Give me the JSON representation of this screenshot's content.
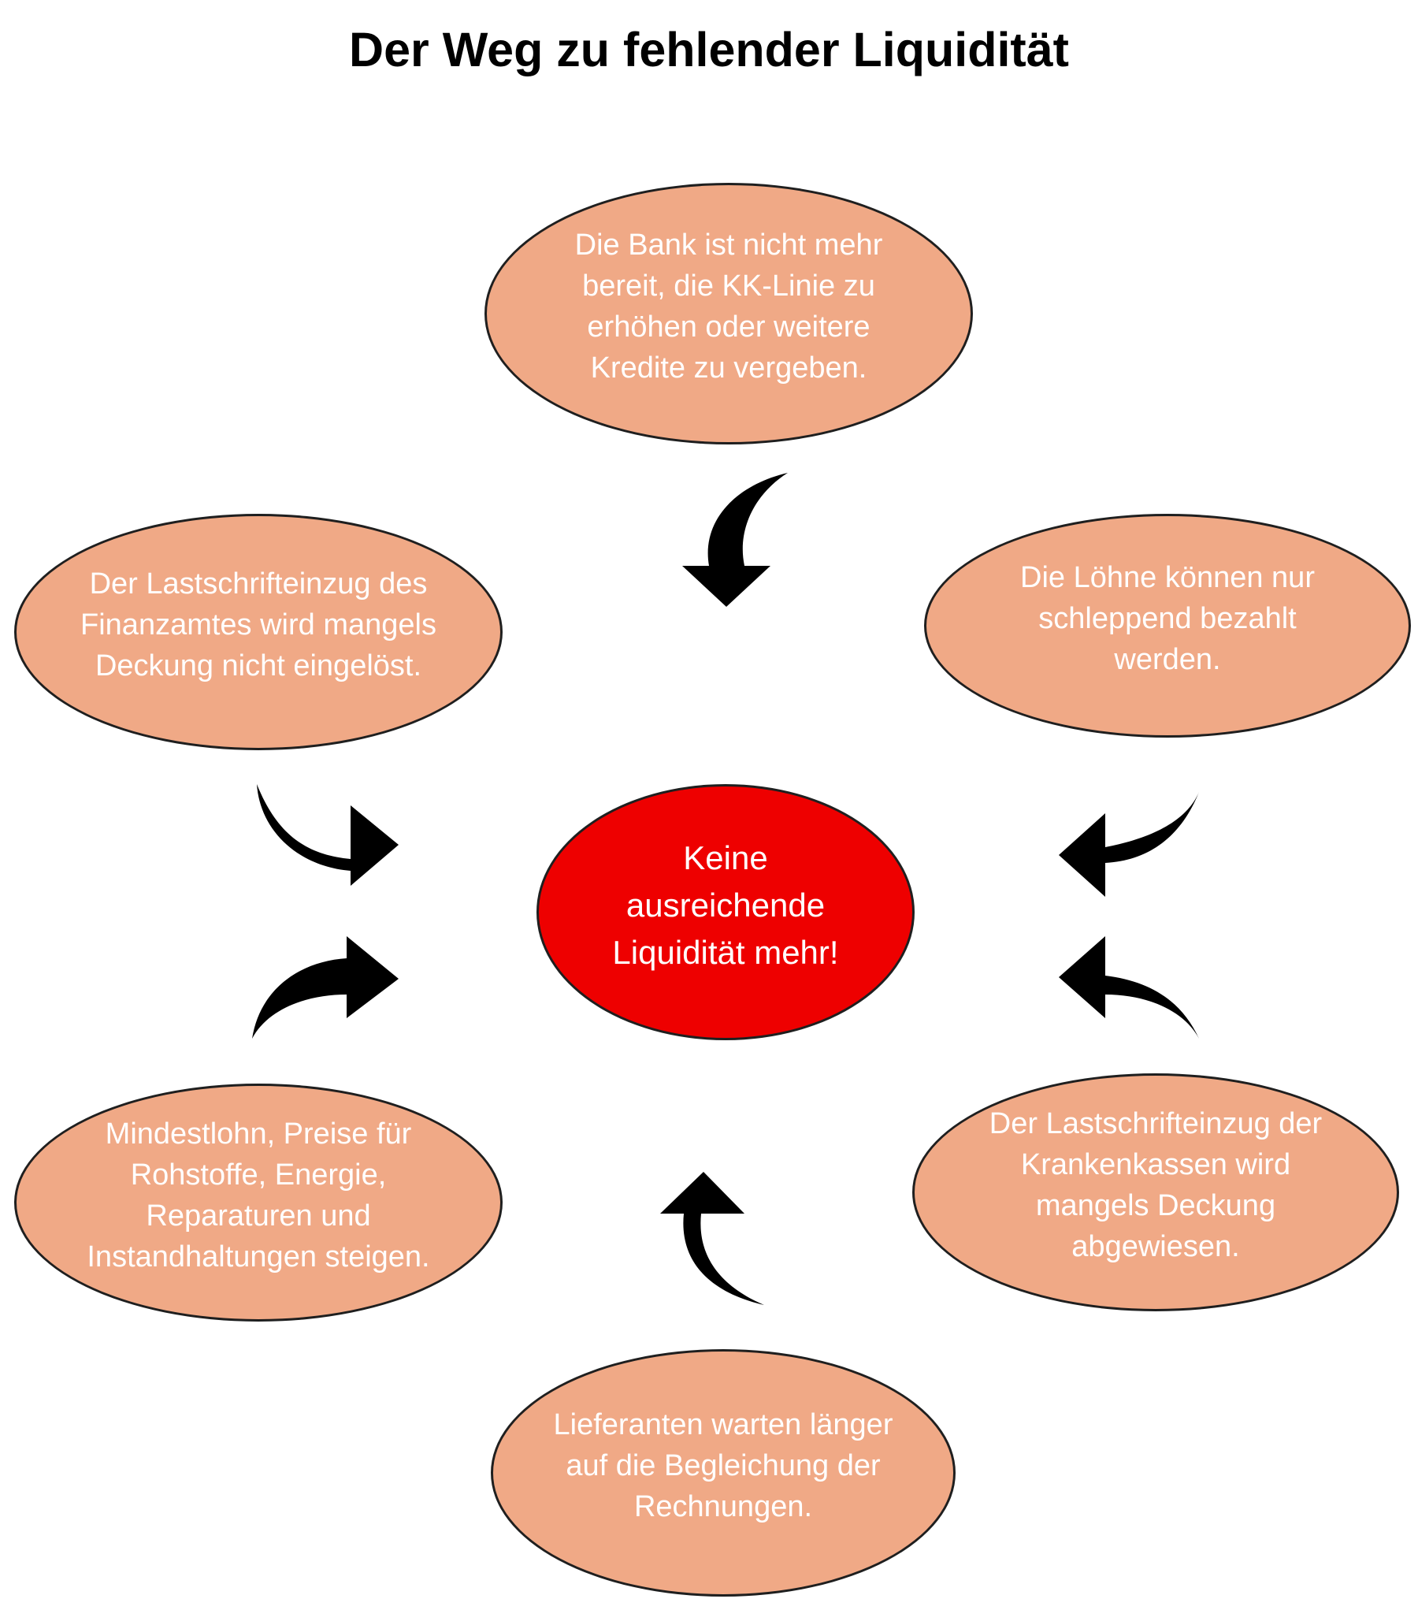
{
  "title": "Der Weg zu fehlender Liquidität",
  "colors": {
    "box_fill": "#F0A986",
    "center_fill": "#EE0000",
    "outline": "#1F1F1F",
    "arrow": "#000000",
    "text_on_box": "#FFFFFF"
  },
  "nodes": {
    "top": "Die Bank ist nicht mehr\nbereit, die KK-Linie zu\nerhöhen oder weitere\nKredite zu vergeben.",
    "left_top": "Der Lastschrifteinzug des\nFinanzamtes wird mangels\nDeckung nicht eingelöst.",
    "right_top": "Die Löhne können nur\nschleppend bezahlt\nwerden.",
    "center": "Keine\nausreichende\nLiquidität mehr!",
    "left_bottom": "Mindestlohn, Preise für\nRohstoffe, Energie,\nReparaturen und\nInstandhaltungen steigen.",
    "right_bottom": "Der Lastschrifteinzug der\nKrankenkassen wird\nmangels Deckung\nabgewiesen.",
    "bottom": "Lieferanten warten länger\nauf die Begleichung der\nRechnungen."
  },
  "arrows": [
    {
      "name": "arrow-top-to-center-icon",
      "direction": "down"
    },
    {
      "name": "arrow-left-top-to-center-icon",
      "direction": "right"
    },
    {
      "name": "arrow-left-bottom-to-center-icon",
      "direction": "right"
    },
    {
      "name": "arrow-right-top-to-center-icon",
      "direction": "left"
    },
    {
      "name": "arrow-right-bottom-to-center-icon",
      "direction": "left"
    },
    {
      "name": "arrow-bottom-to-center-icon",
      "direction": "up"
    }
  ]
}
